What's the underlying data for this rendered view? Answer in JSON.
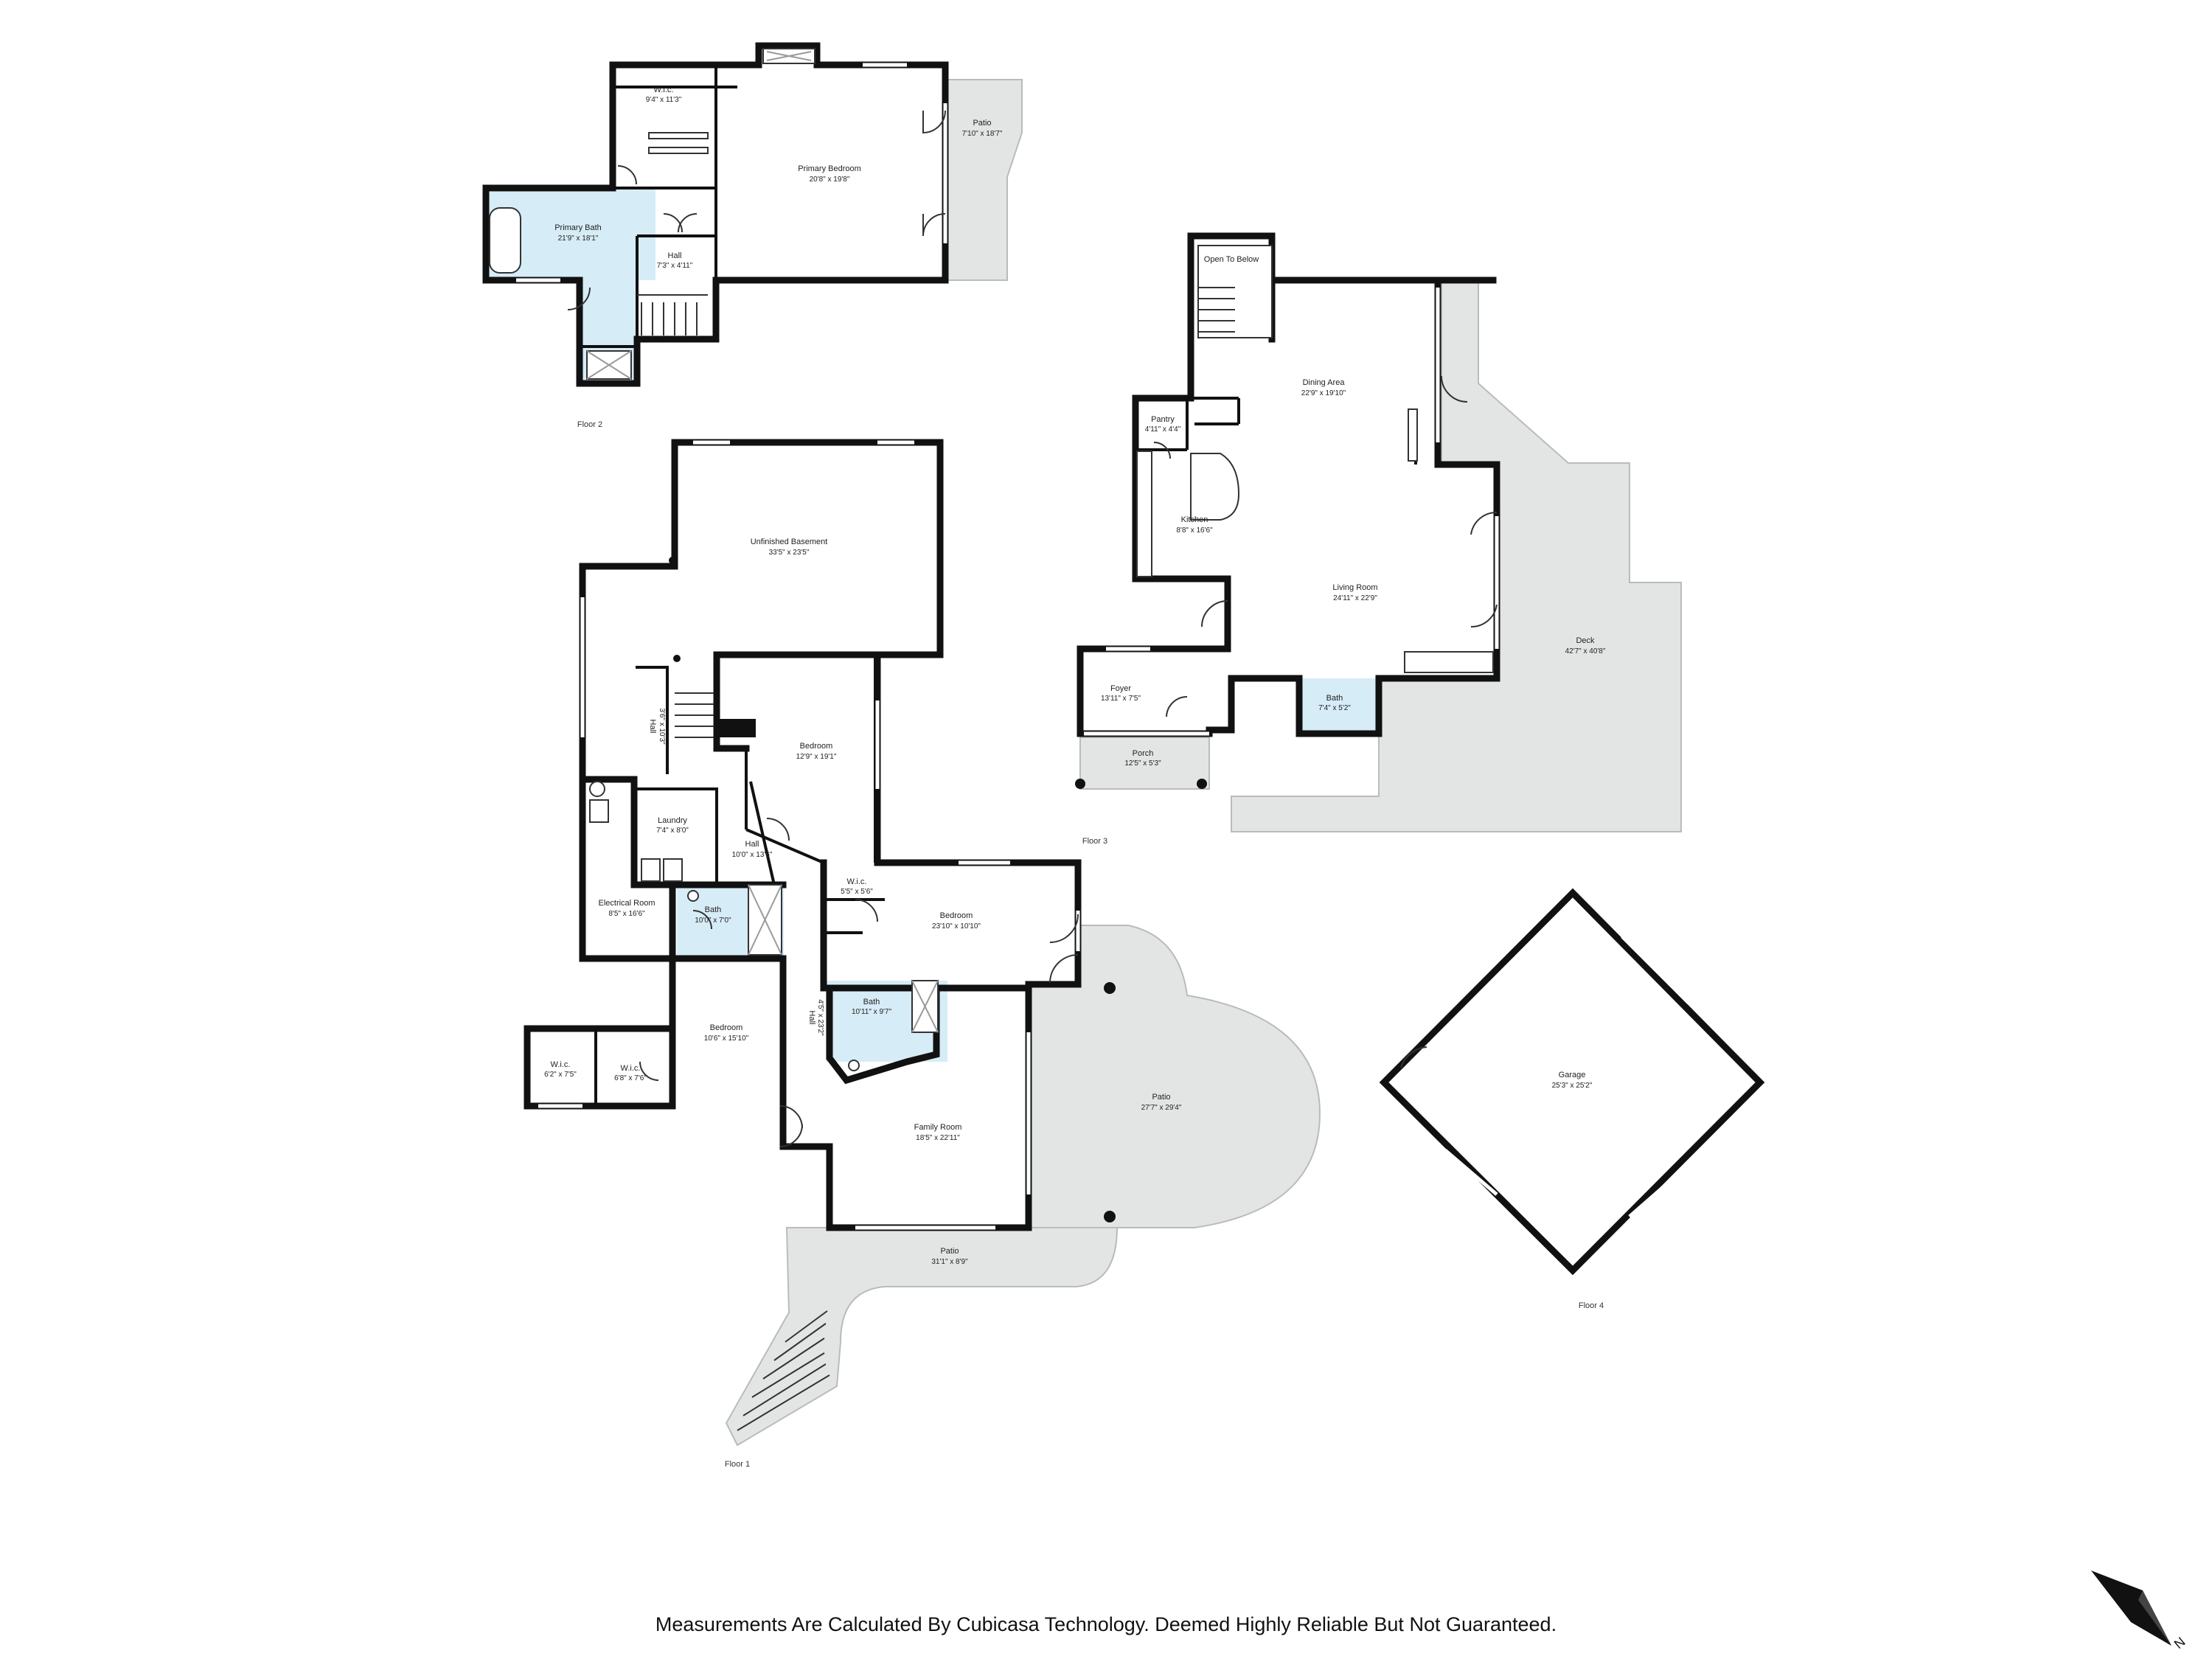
{
  "colors": {
    "wall": "#111111",
    "bath_fill": "#d6ecf7",
    "outdoor_fill": "#e3e5e5",
    "background": "#ffffff"
  },
  "floor2": {
    "label": "Floor 2",
    "rooms": {
      "wic": {
        "name": "W.i.c.",
        "dim": "9'4\" x 11'3\""
      },
      "primary_bedroom": {
        "name": "Primary Bedroom",
        "dim": "20'8\" x 19'8\""
      },
      "patio": {
        "name": "Patio",
        "dim": "7'10\" x 18'7\""
      },
      "primary_bath": {
        "name": "Primary Bath",
        "dim": "21'9\" x 18'1\""
      },
      "hall": {
        "name": "Hall",
        "dim": "7'3\" x 4'11\""
      }
    }
  },
  "floor3": {
    "label": "Floor 3",
    "rooms": {
      "open_to_below": {
        "name": "Open To Below"
      },
      "dining_area": {
        "name": "Dining Area",
        "dim": "22'9\" x 19'10\""
      },
      "pantry": {
        "name": "Pantry",
        "dim": "4'11\" x 4'4\""
      },
      "kitchen": {
        "name": "Kitchen",
        "dim": "8'8\" x 16'6\""
      },
      "living_room": {
        "name": "Living Room",
        "dim": "24'11\" x 22'9\""
      },
      "deck": {
        "name": "Deck",
        "dim": "42'7\" x 40'8\""
      },
      "foyer": {
        "name": "Foyer",
        "dim": "13'11\" x 7'5\""
      },
      "bath": {
        "name": "Bath",
        "dim": "7'4\" x 5'2\""
      },
      "porch": {
        "name": "Porch",
        "dim": "12'5\" x 5'3\""
      }
    }
  },
  "floor1": {
    "label": "Floor 1",
    "rooms": {
      "unfinished_basement": {
        "name": "Unfinished Basement",
        "dim": "33'5\" x 23'5\""
      },
      "hall_vertical": {
        "name": "Hall",
        "dim": "3'6\" x 10'3\""
      },
      "bedroom_1": {
        "name": "Bedroom",
        "dim": "12'9\" x 19'1\""
      },
      "laundry": {
        "name": "Laundry",
        "dim": "7'4\" x 8'0\""
      },
      "hall_main": {
        "name": "Hall",
        "dim": "10'0\" x 13'6\""
      },
      "electrical_room": {
        "name": "Electrical Room",
        "dim": "8'5\" x 16'6\""
      },
      "bath_1": {
        "name": "Bath",
        "dim": "10'0\" x 7'0\""
      },
      "wic_1": {
        "name": "W.i.c.",
        "dim": "5'5\" x 5'6\""
      },
      "bedroom_2": {
        "name": "Bedroom",
        "dim": "23'10\" x 10'10\""
      },
      "bath_2": {
        "name": "Bath",
        "dim": "10'11\" x 9'7\""
      },
      "hall_narrow": {
        "name": "Hall",
        "dim": "4'5\" x 23'2\""
      },
      "bedroom_3": {
        "name": "Bedroom",
        "dim": "10'6\" x 15'10\""
      },
      "wic_2": {
        "name": "W.i.c.",
        "dim": "6'2\" x 7'5\""
      },
      "wic_3": {
        "name": "W.i.c.",
        "dim": "6'8\" x 7'6\""
      },
      "family_room": {
        "name": "Family Room",
        "dim": "18'5\" x 22'11\""
      },
      "patio_round": {
        "name": "Patio",
        "dim": "27'7\" x 29'4\""
      },
      "patio_lower": {
        "name": "Patio",
        "dim": "31'1\" x 8'9\""
      }
    }
  },
  "floor4": {
    "label": "Floor 4",
    "rooms": {
      "garage": {
        "name": "Garage",
        "dim": "25'3\" x 25'2\""
      }
    }
  },
  "compass": {
    "label": "N",
    "icon": "north-arrow-icon"
  },
  "disclaimer": "Measurements Are Calculated By Cubicasa Technology. Deemed Highly Reliable But Not Guaranteed."
}
